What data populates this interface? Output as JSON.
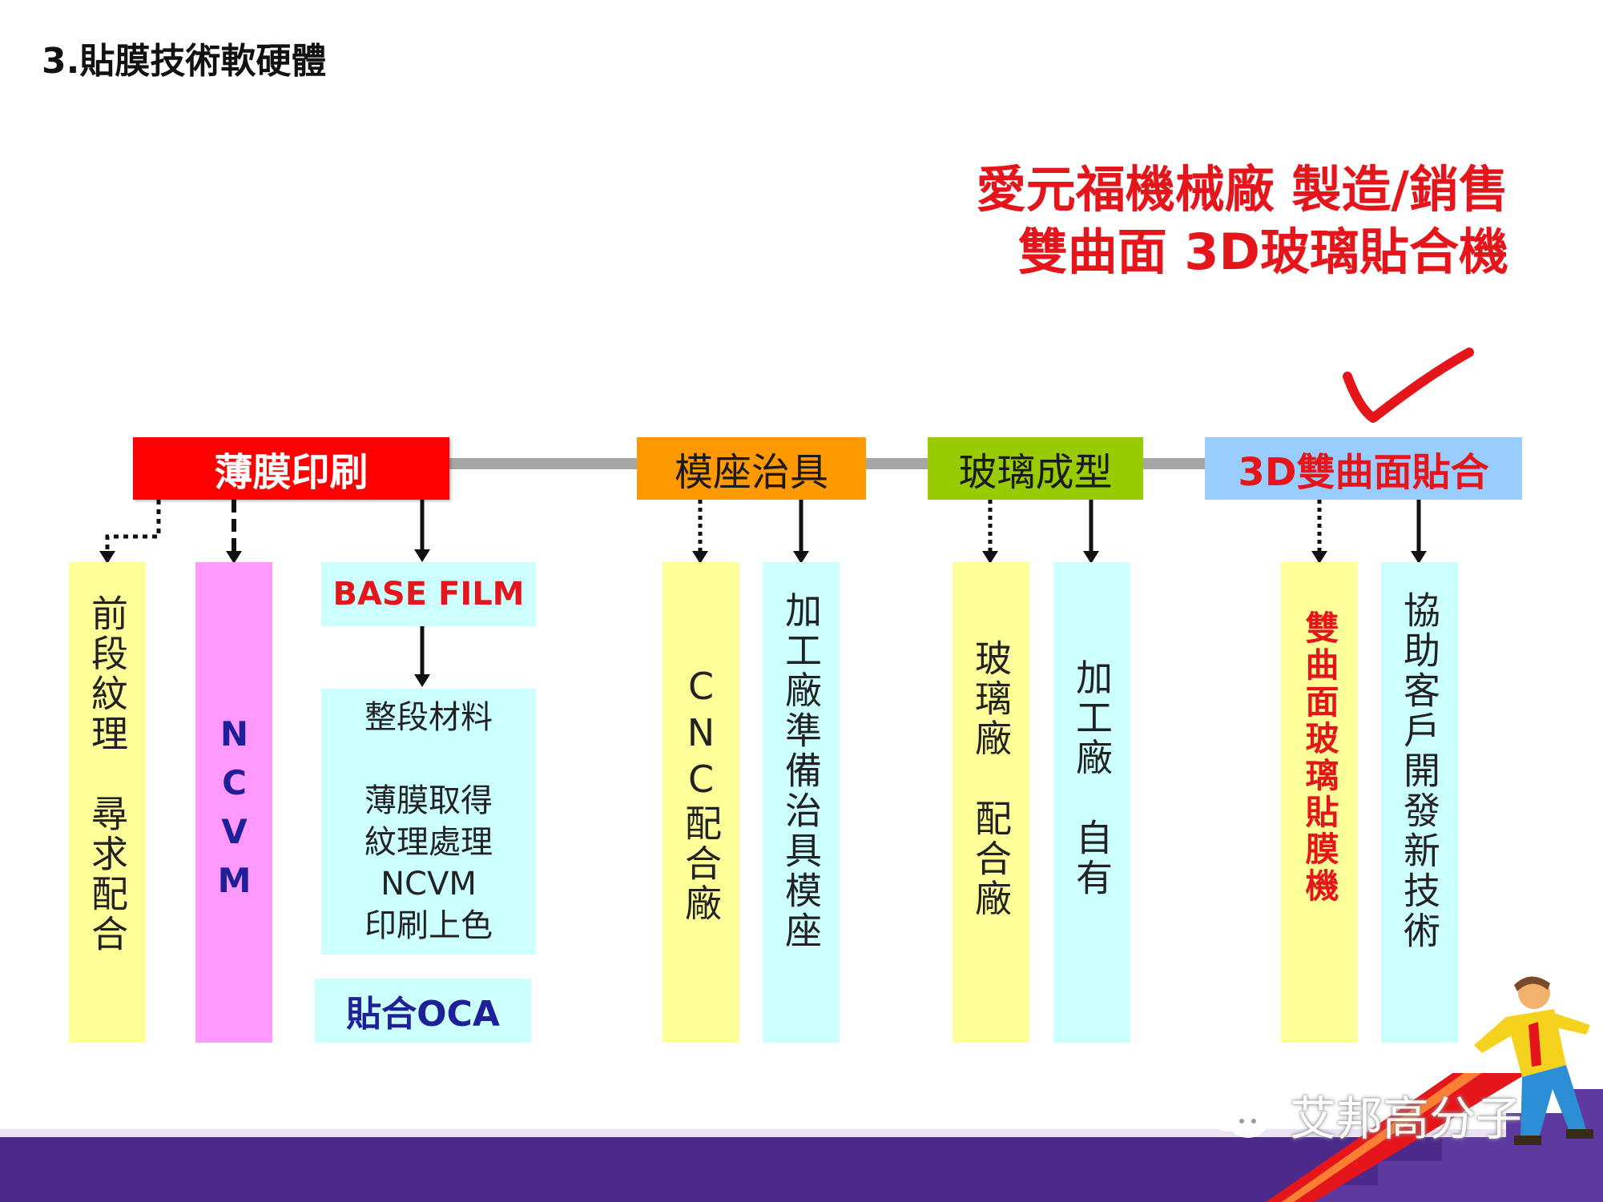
{
  "slide_title": "3.貼膜技術軟硬體",
  "headline": {
    "line1": "愛元福機械廠 製造/銷售",
    "line2": "雙曲面 3D玻璃貼合機",
    "color": "#e4161b"
  },
  "headers": {
    "film_printing": "薄膜印刷",
    "mold_fixture": "模座治具",
    "glass_forming": "玻璃成型",
    "lamination_3d": "3D雙曲面貼合"
  },
  "columns": {
    "texture": "前段紋理　尋求配合",
    "ncvm": "NCVM",
    "base_film": "BASE FILM",
    "materials": [
      "整段材料",
      "",
      "薄膜取得",
      "紋理處理",
      "NCVM",
      "印刷上色"
    ],
    "oca": "貼合OCA",
    "cnc": "CNC配合廠",
    "fixture_shop": "加工廠準備治具模座",
    "glass_factory": "玻璃廠　配合廠",
    "own_shop": "加工廠　自有",
    "laminator": "雙曲面玻璃貼膜機",
    "assist": "協助客戶開發新技術"
  },
  "watermark": "艾邦高分子",
  "colors": {
    "red": "#ff0000",
    "orange": "#ff9900",
    "green": "#99cc00",
    "light_blue": "#99ccff",
    "yellow": "#ffff99",
    "pink": "#ff99ff",
    "cyan": "#ccffff",
    "bottom_bar": "#4b2a8a"
  }
}
